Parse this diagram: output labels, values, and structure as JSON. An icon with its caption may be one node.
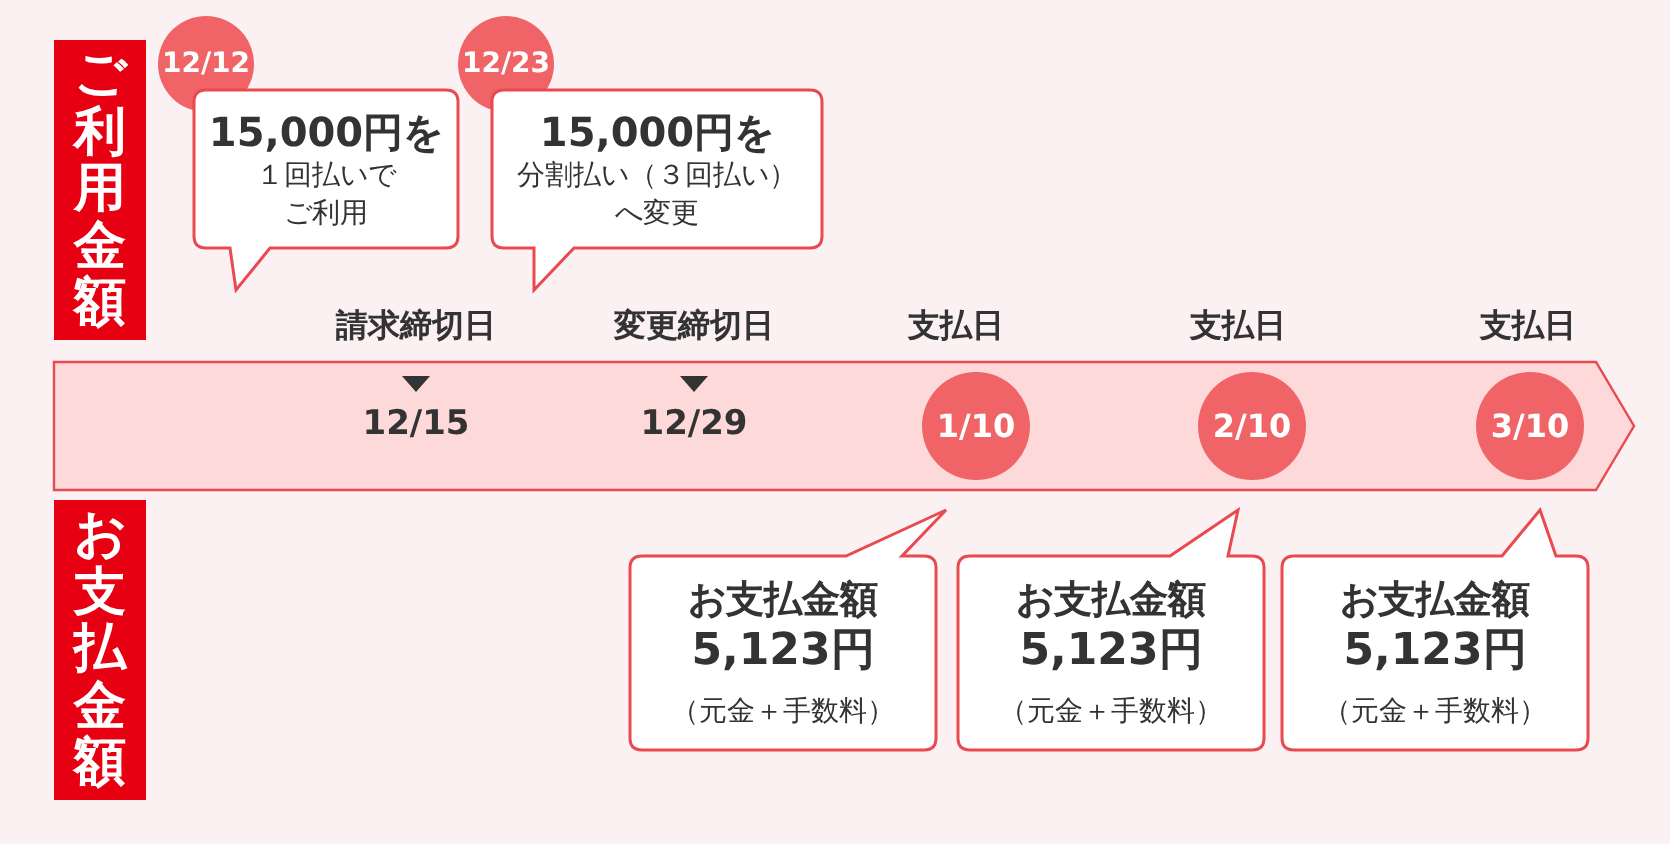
{
  "diagram": {
    "nodes": [
      {
        "text": [
          "ご利用金額"
        ]
      },
      {
        "text": [
          "12/12"
        ]
      },
      {
        "text": [
          "15,000円を",
          "１回払いでご利用"
        ]
      },
      {
        "text": [
          "12/23"
        ]
      },
      {
        "text": [
          "15,000円を",
          "分割払い（３回払い）へ変更"
        ]
      },
      {
        "text": [],
        "shape": "arrow"
      },
      {
        "text": [
          "1/10"
        ],
        "in": 5
      },
      {
        "text": [
          "2/10"
        ],
        "in": 5
      },
      {
        "text": [
          "3/10"
        ],
        "in": 5
      },
      {
        "text": [
          "お支払金額"
        ]
      },
      {
        "text": [
          "お支払金額",
          "5,123円",
          "（元金＋手数料）"
        ]
      },
      {
        "text": [
          "お支払金額",
          "5,123円",
          "（元金＋手数料）"
        ]
      },
      {
        "text": [
          "お支払金額",
          "5,123円",
          "（元金＋手数料）"
        ]
      }
    ],
    "labels": [
      "請求締切日",
      "変更締切日",
      "支払日",
      "支払日",
      "支払日",
      "12/15",
      "12/29"
    ]
  }
}
